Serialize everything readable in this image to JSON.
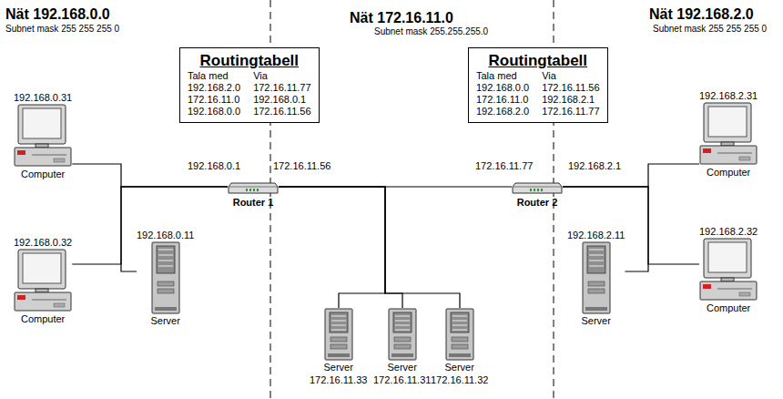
{
  "diagram": {
    "nodes": [
      {
        "text": [
          "Routingtabell",
          "Tala med",
          "Via",
          "192.168.2.0",
          "172.16.11.77",
          "172.16.11.0",
          "192.168.0.1",
          "192.168.0.0",
          "172.16.11.56"
        ]
      },
      {
        "text": [
          "Routingtabell",
          "Tala med",
          "Via",
          "192.168.0.0",
          "172.16.11.56",
          "172.16.11.0",
          "192.168.2.1",
          "192.168.2.0",
          "172.16.11.77"
        ]
      },
      {
        "text": [
          "192.168.0.31",
          "Computer"
        ]
      },
      {
        "text": [
          "192.168.0.32",
          "Computer"
        ]
      },
      {
        "text": [
          "192.168.0.11",
          "Server"
        ]
      },
      {
        "text": [
          "Router 1"
        ]
      },
      {
        "text": [
          "Router 2"
        ]
      },
      {
        "text": [
          "Server",
          "172.16.11.33"
        ]
      },
      {
        "text": [
          "Server",
          "172.16.11.31"
        ]
      },
      {
        "text": [
          "Server",
          "172.16.11.32"
        ]
      },
      {
        "text": [
          "192.168.2.11",
          "Server"
        ]
      },
      {
        "text": [
          "192.168.2.31",
          "Computer"
        ]
      },
      {
        "text": [
          "192.168.2.32",
          "Computer"
        ]
      }
    ],
    "edges": [
      {
        "from": 2,
        "to": 5,
        "arrow": "none"
      },
      {
        "from": 3,
        "to": 5,
        "arrow": "none"
      },
      {
        "from": 4,
        "to": 5,
        "arrow": "none"
      },
      {
        "from": 5,
        "to": 6,
        "arrow": "none"
      },
      {
        "from": 7,
        "to": 5,
        "arrow": "none"
      },
      {
        "from": 8,
        "to": 5,
        "arrow": "none"
      },
      {
        "from": 9,
        "to": 5,
        "arrow": "none"
      },
      {
        "from": 6,
        "to": 11,
        "arrow": "none"
      },
      {
        "from": 6,
        "to": 10,
        "arrow": "none"
      },
      {
        "from": 6,
        "to": 12,
        "arrow": "none"
      }
    ],
    "labels": [
      "Nät 192.168.0.0",
      "Subnet mask 255 255 255 0",
      "Nät 172.16.11.0",
      "Subnet mask 255.255.255.0",
      "Nät 192.168.2.0",
      "Subnet mask 255 255 255 0",
      "192.168.0.1",
      "172.16.11.56",
      "172.16.11.77",
      "192.168.2.1"
    ]
  }
}
